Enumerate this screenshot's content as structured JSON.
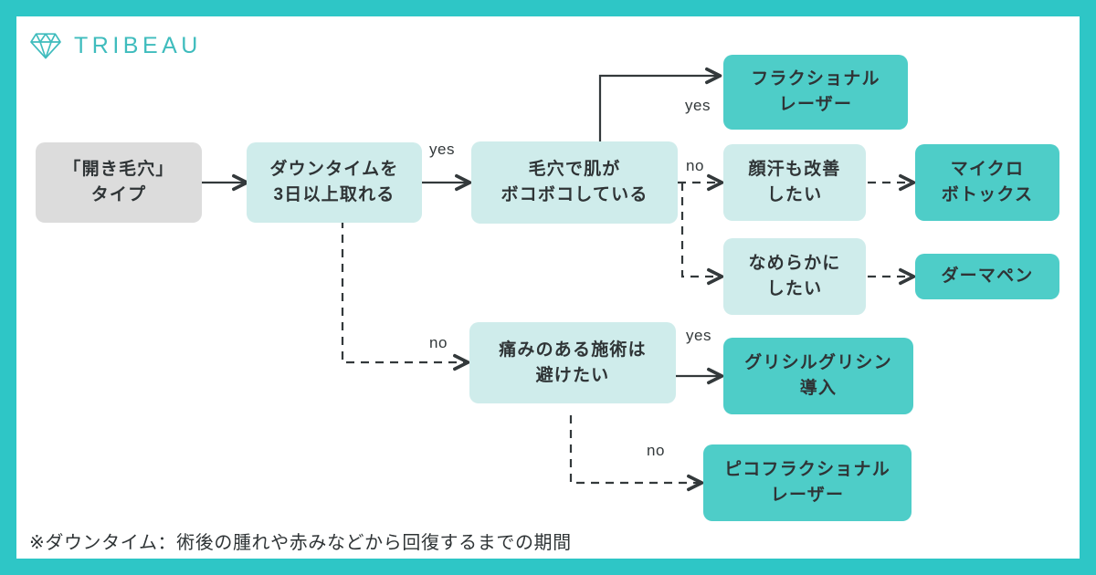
{
  "brand": {
    "name": "TRIBEAU",
    "logo_icon": "diamond-icon",
    "color": "#3fbcbd"
  },
  "colors": {
    "frame_border": "#2ec6c6",
    "start_node": "#dcdcdc",
    "question_node": "#cfeceb",
    "result_node": "#4ecdc8",
    "text": "#2f3436",
    "edge": "#33393b"
  },
  "flowchart": {
    "type": "decision-tree",
    "nodes": [
      {
        "id": "start",
        "kind": "start",
        "label": "「開き毛穴」\nタイプ"
      },
      {
        "id": "q_downtime",
        "kind": "question",
        "label": "ダウンタイムを\n3日以上取れる"
      },
      {
        "id": "q_bumpy",
        "kind": "question",
        "label": "毛穴で肌が\nボコボコしている"
      },
      {
        "id": "q_sweat",
        "kind": "question",
        "label": "顔汗も改善\nしたい"
      },
      {
        "id": "q_smooth",
        "kind": "question",
        "label": "なめらかに\nしたい"
      },
      {
        "id": "q_pain",
        "kind": "question",
        "label": "痛みのある施術は\n避けたい"
      },
      {
        "id": "r_fraxel",
        "kind": "result",
        "label": "フラクショナル\nレーザー"
      },
      {
        "id": "r_botox",
        "kind": "result",
        "label": "マイクロ\nボトックス"
      },
      {
        "id": "r_dermapen",
        "kind": "result",
        "label": "ダーマペン"
      },
      {
        "id": "r_glycyl",
        "kind": "result",
        "label": "グリシルグリシン\n導入"
      },
      {
        "id": "r_pico",
        "kind": "result",
        "label": "ピコフラクショナル\nレーザー"
      }
    ],
    "edges": [
      {
        "from": "start",
        "to": "q_downtime",
        "label": "",
        "style": "solid"
      },
      {
        "from": "q_downtime",
        "to": "q_bumpy",
        "label": "yes",
        "style": "solid"
      },
      {
        "from": "q_downtime",
        "to": "q_pain",
        "label": "no",
        "style": "dashed"
      },
      {
        "from": "q_bumpy",
        "to": "r_fraxel",
        "label": "yes",
        "style": "solid"
      },
      {
        "from": "q_bumpy",
        "to": "q_sweat",
        "label": "no",
        "style": "dashed"
      },
      {
        "from": "q_bumpy",
        "to": "q_smooth",
        "label": "",
        "style": "dashed"
      },
      {
        "from": "q_sweat",
        "to": "r_botox",
        "label": "",
        "style": "dashed"
      },
      {
        "from": "q_smooth",
        "to": "r_dermapen",
        "label": "",
        "style": "dashed"
      },
      {
        "from": "q_pain",
        "to": "r_glycyl",
        "label": "yes",
        "style": "solid"
      },
      {
        "from": "q_pain",
        "to": "r_pico",
        "label": "no",
        "style": "dashed"
      }
    ],
    "edge_labels": {
      "downtime_yes": "yes",
      "downtime_no": "no",
      "bumpy_yes": "yes",
      "bumpy_no": "no",
      "pain_yes": "yes",
      "pain_no": "no"
    }
  },
  "footnote": "※ダウンタイム：術後の腫れや赤みなどから回復するまでの期間"
}
